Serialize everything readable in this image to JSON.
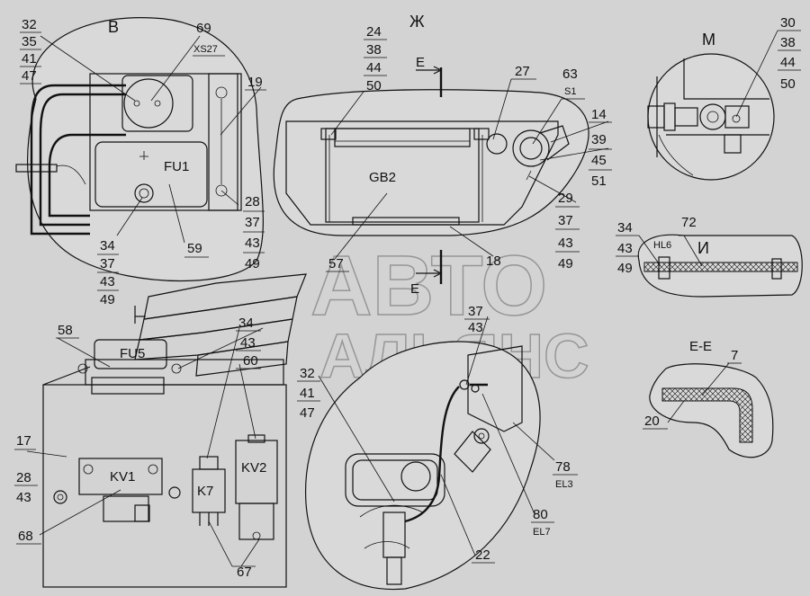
{
  "watermark": {
    "line1": "АВТО",
    "line2": "АЛЬЯНС"
  },
  "views": {
    "v": "В",
    "zh": "Ж",
    "m": "М",
    "i": "И",
    "ee": "Е-Е",
    "e_top": "Е",
    "e_mid": "Е"
  },
  "components": {
    "fu1": "FU1",
    "xs27": "XS27",
    "gb2": "GB2",
    "s1": "S1",
    "hl6": "HL6",
    "fu5": "FU5",
    "kv1": "KV1",
    "kv2": "KV2",
    "k7": "K7",
    "el3": "EL3",
    "el7": "EL7"
  },
  "callouts": {
    "c32a": "32",
    "c35": "35",
    "c41a": "41",
    "c47a": "47",
    "c69": "69",
    "c19": "19",
    "c28a": "28",
    "c37a": "37",
    "c43a": "43",
    "c49a": "49",
    "c34a": "34",
    "c37b": "37",
    "c43b": "43",
    "c49b": "49",
    "c59": "59",
    "c24": "24",
    "c38a": "38",
    "c44a": "44",
    "c50a": "50",
    "c27": "27",
    "c63": "63",
    "c14": "14",
    "c39": "39",
    "c45": "45",
    "c51": "51",
    "c29": "29",
    "c37c": "37",
    "c43c": "43",
    "c49c": "49",
    "c18": "18",
    "c57": "57",
    "c30": "30",
    "c38b": "38",
    "c44b": "44",
    "c50b": "50",
    "c34b": "34",
    "c43d": "43",
    "c49d": "49",
    "c72": "72",
    "c7": "7",
    "c20": "20",
    "c58": "58",
    "c34c": "34",
    "c43e": "43",
    "c60": "60",
    "c17": "17",
    "c28b": "28",
    "c43f": "43",
    "c68": "68",
    "c67": "67",
    "c37d": "37",
    "c43g": "43",
    "c32b": "32",
    "c41b": "41",
    "c47b": "47",
    "c78": "78",
    "c80": "80",
    "c22": "22"
  }
}
